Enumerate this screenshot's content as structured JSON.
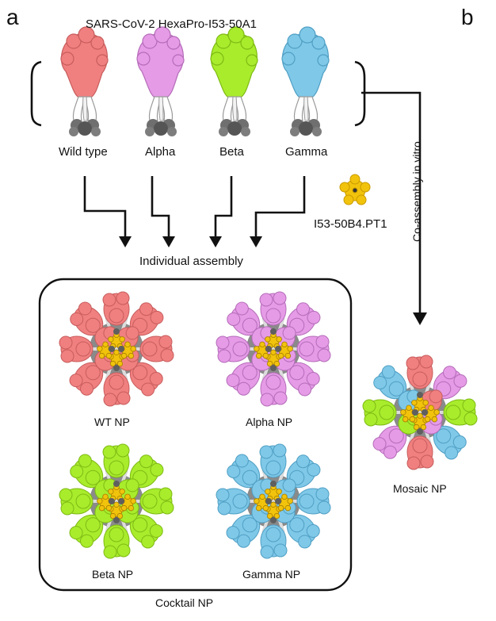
{
  "panels": {
    "a": "a",
    "b": "b"
  },
  "header": "SARS-CoV-2 HexaPro-I53-50A1",
  "variants": [
    {
      "label": "Wild type",
      "color": "#f08080",
      "dark": "#c85c5c"
    },
    {
      "label": "Alpha",
      "color": "#e59be6",
      "dark": "#b56cb9"
    },
    {
      "label": "Beta",
      "color": "#a8ec2c",
      "dark": "#7fba14"
    },
    {
      "label": "Gamma",
      "color": "#7fc8e8",
      "dark": "#4f9fc4"
    }
  ],
  "pentamer": {
    "label": "I53-50B4.PT1",
    "color": "#f2c30c"
  },
  "individual_assembly": "Individual assembly",
  "coassembly": "Co-assembly in vitro",
  "nanoparticles": [
    {
      "label": "WT NP"
    },
    {
      "label": "Alpha NP"
    },
    {
      "label": "Beta NP"
    },
    {
      "label": "Gamma NP"
    }
  ],
  "mosaic": "Mosaic NP",
  "cocktail": "Cocktail  NP"
}
